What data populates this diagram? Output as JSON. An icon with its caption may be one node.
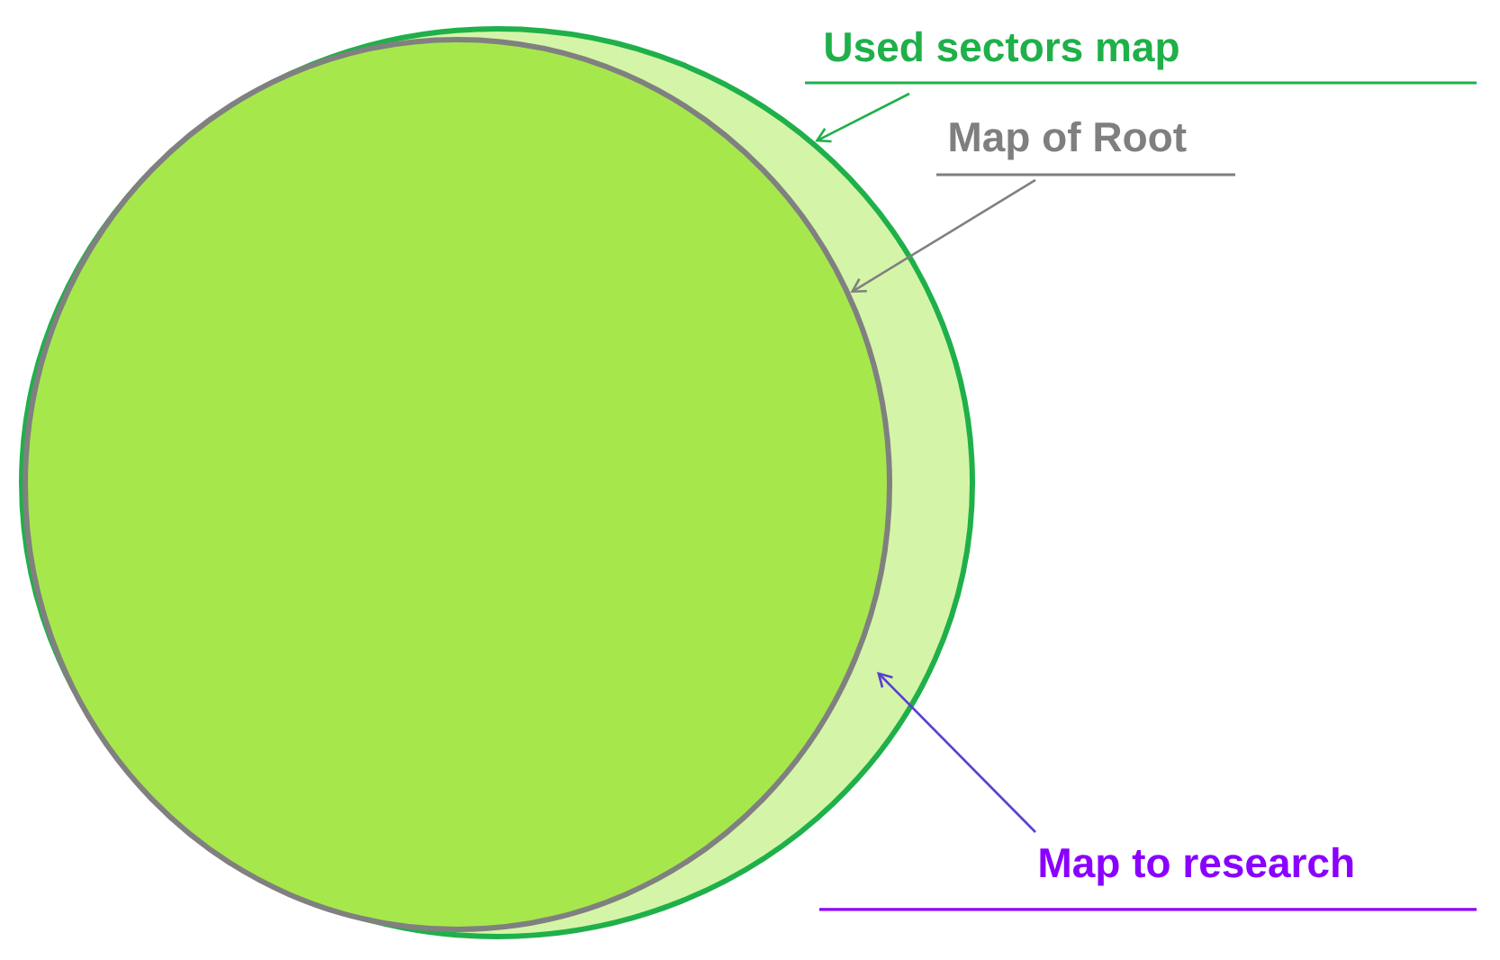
{
  "diagram": {
    "nodes": [
      {
        "text": [
          "Used sectors map"
        ]
      },
      {
        "text": [
          "Map of Root"
        ]
      },
      {
        "text": [
          "Map to research"
        ]
      },
      {
        "text": [],
        "shape": "circle"
      },
      {
        "text": [],
        "shape": "circle",
        "in": 3
      }
    ],
    "edges": [
      {
        "from": 0,
        "to": 3,
        "arrow": "to",
        "color": "#1fb04a"
      },
      {
        "from": 1,
        "to": 4,
        "arrow": "to",
        "color": "#808080"
      },
      {
        "from": 2,
        "to": 3,
        "arrow": "to",
        "color": "#5a3fd0"
      }
    ]
  }
}
